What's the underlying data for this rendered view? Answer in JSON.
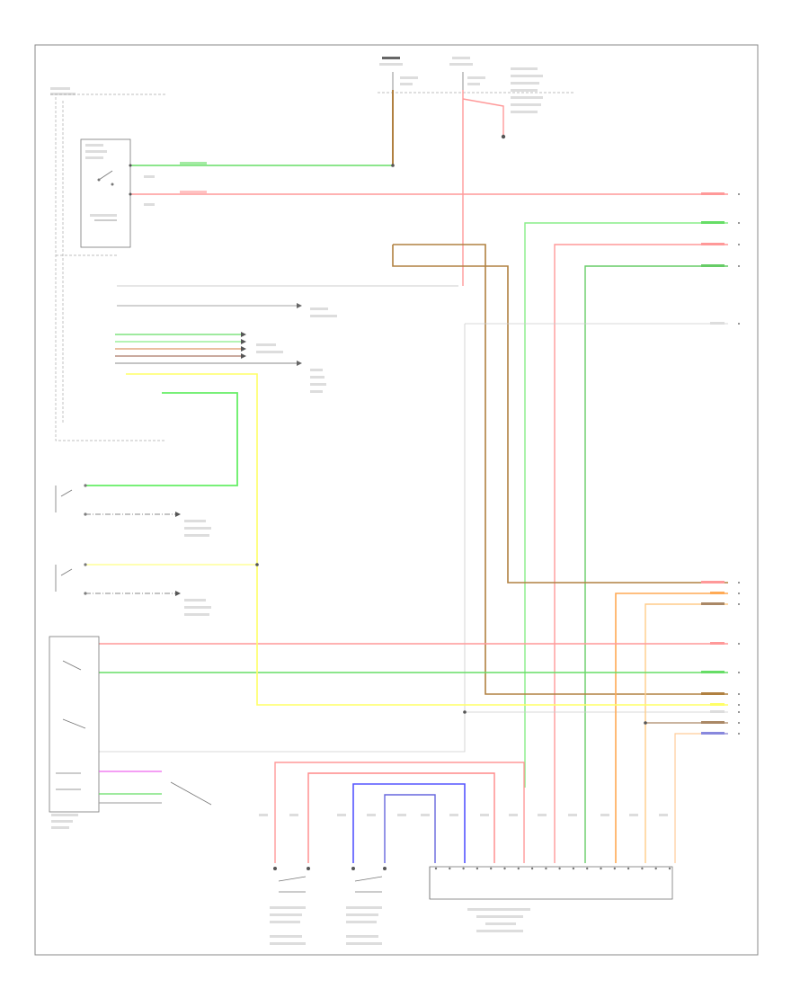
{
  "diagram": {
    "colors": {
      "green": "#00cc00",
      "pink": "#ff8080",
      "tan": "#b08040",
      "yellow": "#ffff66",
      "orange": "#ff9933",
      "blue": "#3333ff",
      "violet": "#cc66ff",
      "purple": "#6666cc",
      "light_pink": "#ffbfbf",
      "gray": "#bbbbbb"
    },
    "footer_id": "",
    "connector_pins": [
      "1",
      "2",
      "3",
      "4",
      "5",
      "6",
      "7",
      "8",
      "9",
      "10",
      "11",
      "12",
      "13",
      "14",
      "15",
      "16",
      "17",
      "18"
    ]
  }
}
